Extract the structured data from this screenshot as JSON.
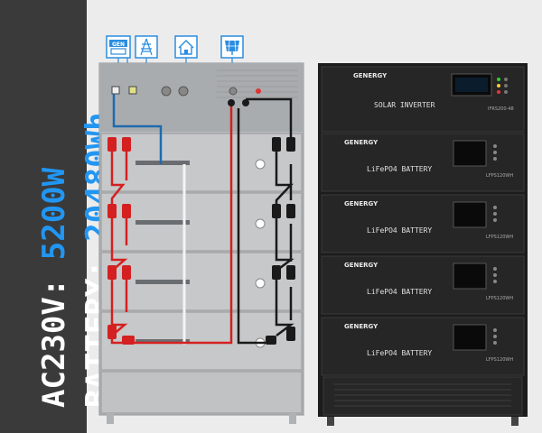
{
  "headline": {
    "ac_label": "AC230V:",
    "ac_value": "5200W",
    "battery_label": "BATTERY:",
    "battery_value": "20480Wh"
  },
  "icons": {
    "generator": "GEN",
    "grid": "grid-tower-icon",
    "home": "home-icon",
    "solar": "solar-panel-icon"
  },
  "inverter": {
    "brand": "GENERGY",
    "name": "SOLAR INVERTER",
    "model": "IFRS200-48"
  },
  "battery": {
    "brand": "GENERGY",
    "name": "LiFePO4 BATTERY",
    "model": "LFPS120WH"
  },
  "colors": {
    "positive": "#d42020",
    "negative": "#1a1a1a",
    "accent": "#2196f3",
    "unit_dark": "#262626"
  }
}
